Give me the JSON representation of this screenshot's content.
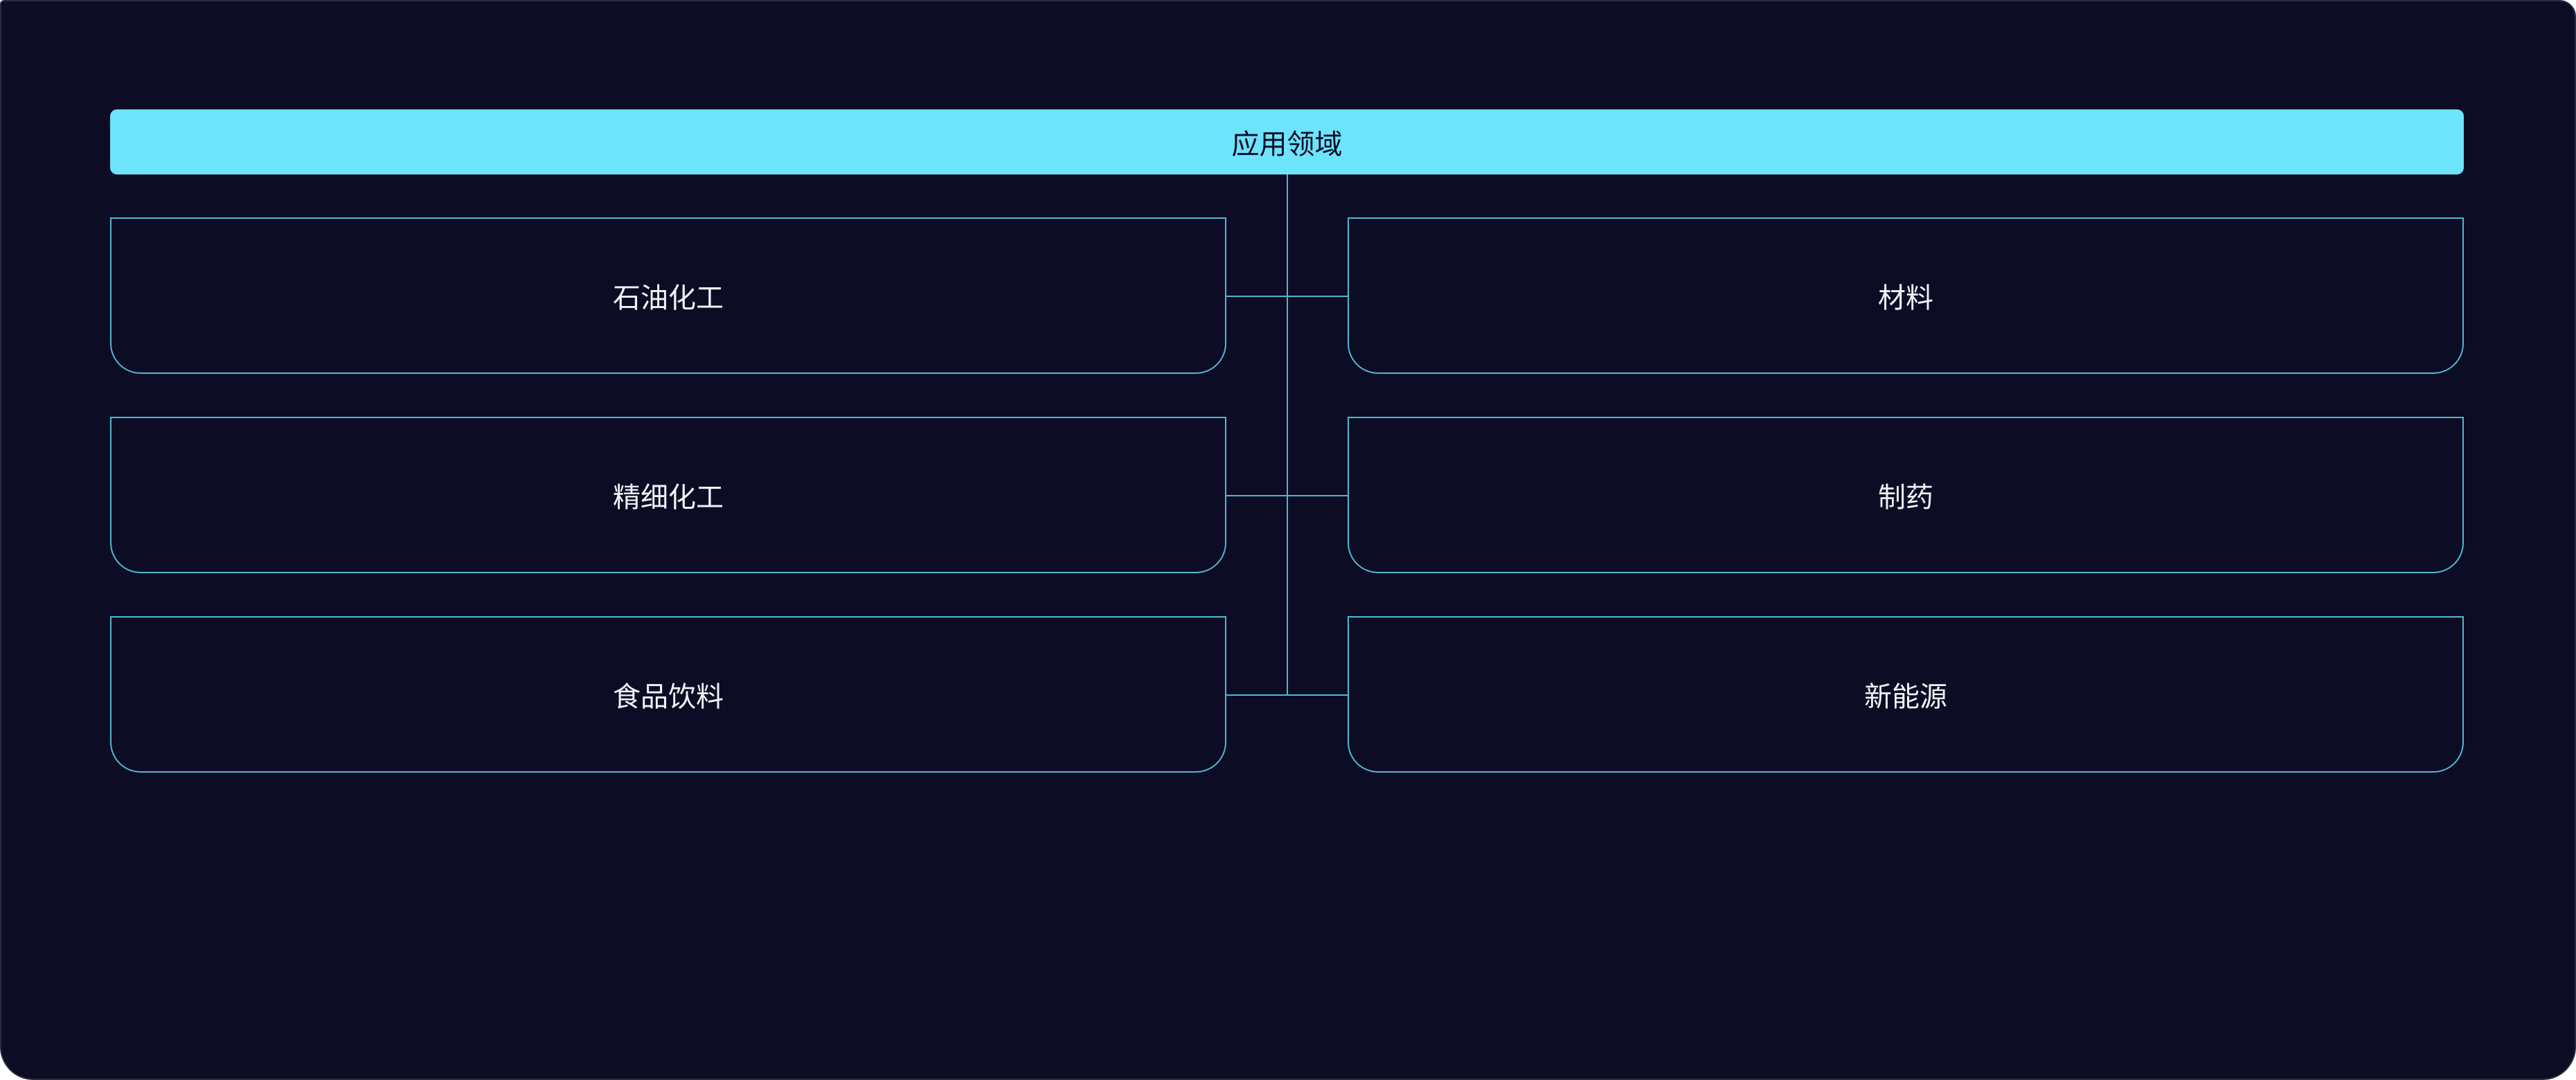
{
  "header": {
    "title": "应用领域"
  },
  "left_items": [
    {
      "label": "石油化工"
    },
    {
      "label": "精细化工"
    },
    {
      "label": "食品饮料"
    }
  ],
  "right_items": [
    {
      "label": "材料"
    },
    {
      "label": "制药"
    },
    {
      "label": "新能源"
    }
  ],
  "colors": {
    "background": "#0c0c25",
    "accent": "#6ce4fc",
    "line": "#4fb8cf"
  }
}
